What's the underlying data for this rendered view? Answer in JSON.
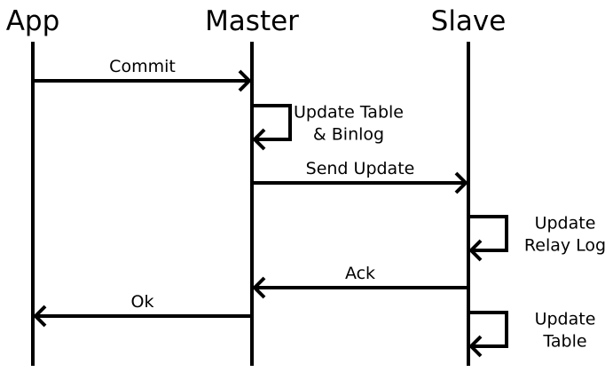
{
  "actors": [
    {
      "id": "app",
      "label": "App"
    },
    {
      "id": "master",
      "label": "Master"
    },
    {
      "id": "slave",
      "label": "Slave"
    }
  ],
  "messages": [
    {
      "id": "commit",
      "from": "app",
      "to": "master",
      "type": "message",
      "label": [
        "Commit"
      ]
    },
    {
      "id": "update-table-binlog",
      "from": "master",
      "to": "master",
      "type": "self",
      "label": [
        "Update Table",
        "& Binlog"
      ]
    },
    {
      "id": "send-update",
      "from": "master",
      "to": "slave",
      "type": "message",
      "label": [
        "Send Update"
      ]
    },
    {
      "id": "update-relay-log",
      "from": "slave",
      "to": "slave",
      "type": "self",
      "label": [
        "Update",
        "Relay Log"
      ]
    },
    {
      "id": "ack",
      "from": "slave",
      "to": "master",
      "type": "message",
      "label": [
        "Ack"
      ]
    },
    {
      "id": "ok",
      "from": "master",
      "to": "app",
      "type": "message",
      "label": [
        "Ok"
      ]
    },
    {
      "id": "update-table",
      "from": "slave",
      "to": "slave",
      "type": "self",
      "label": [
        "Update",
        "Table"
      ]
    }
  ],
  "colors": {
    "line": "#000000",
    "text": "#000000",
    "background": "#ffffff"
  }
}
